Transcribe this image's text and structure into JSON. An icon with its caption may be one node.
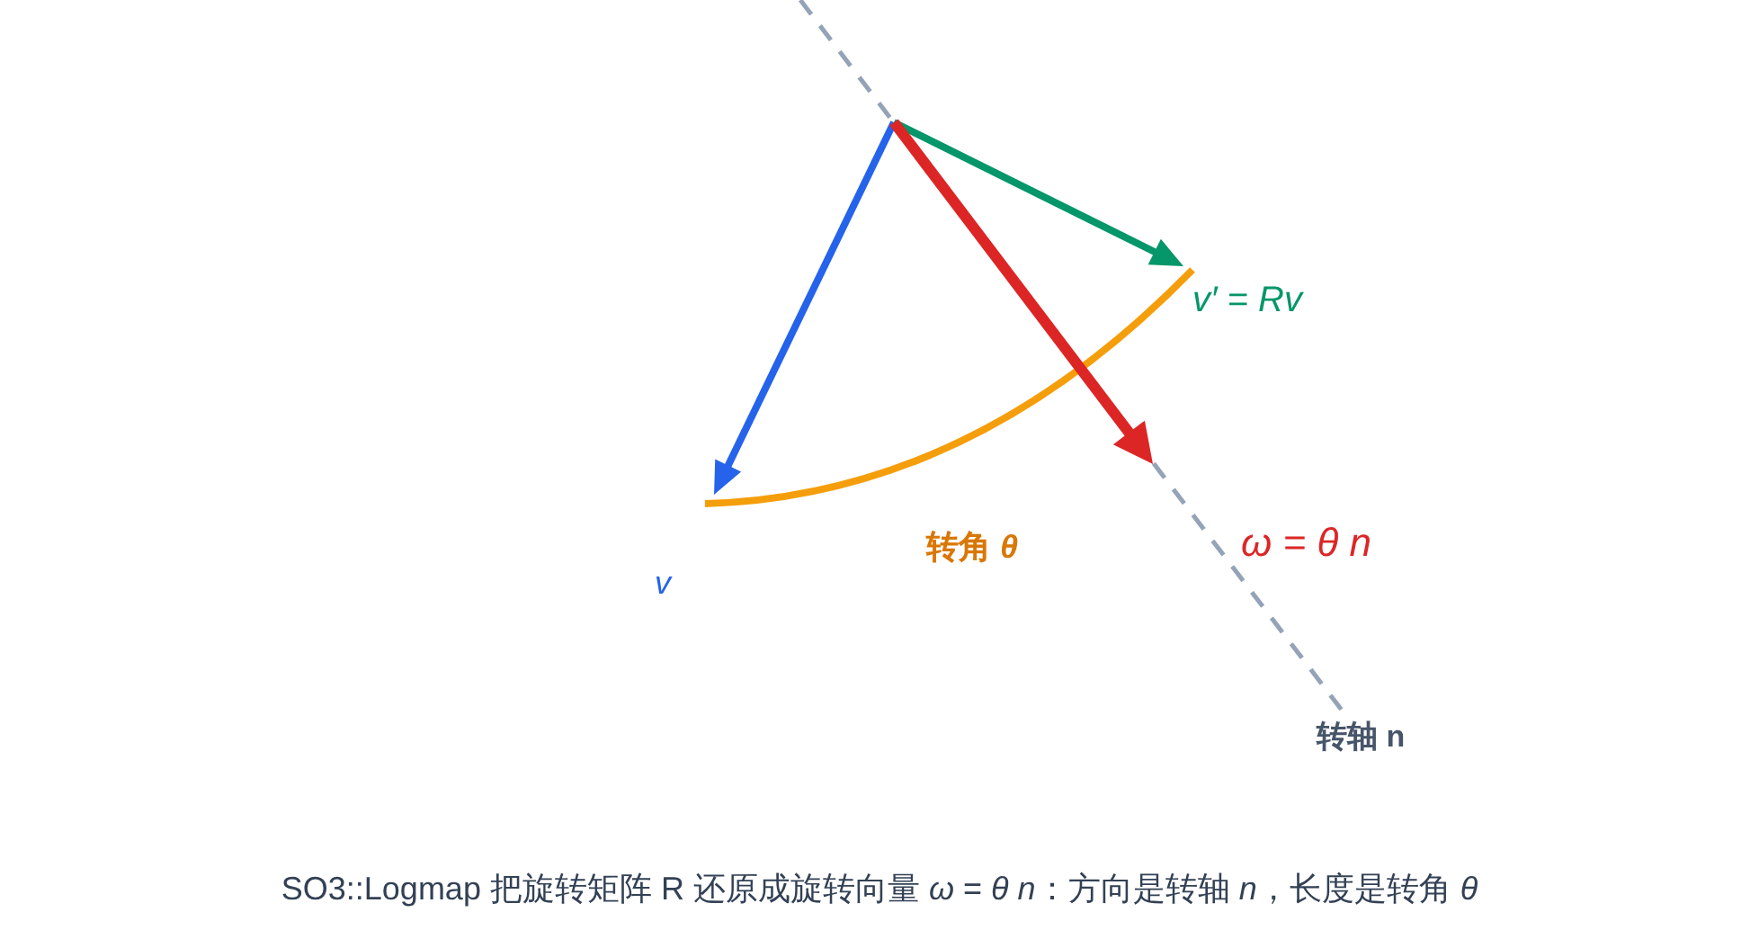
{
  "diagram": {
    "caption": "SO3::Logmap 把旋转矩阵 R 还原成旋转向量 *ω* = *θ n*：方向是转轴 *n*，长度是转角 *θ*",
    "labels": [
      "v′ = Rv",
      "转角 *θ*",
      "ω = θ n",
      "v",
      "转轴 n"
    ]
  }
}
